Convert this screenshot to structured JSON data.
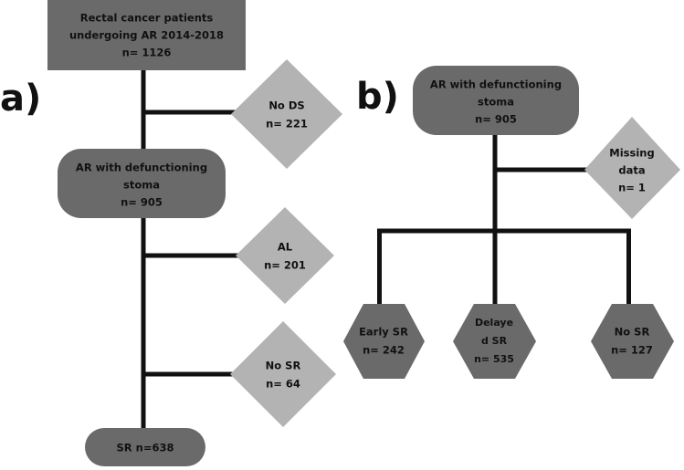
{
  "figure": {
    "background_color": "#ffffff",
    "dark_node_color": "#6a6a6a",
    "light_node_color": "#b3b3b3",
    "line_color": "#111111",
    "text_color": "#111111"
  },
  "panels": [
    {
      "id": "panel-a",
      "label": "a)",
      "nodes": {
        "top_box": {
          "shape": "rectangle",
          "color": "#6a6a6a",
          "lines": [
            "Rectal cancer patients",
            "undergoing AR 2014-2018",
            "n= 1126"
          ]
        },
        "no_ds": {
          "shape": "diamond",
          "color": "#b3b3b3",
          "lines": [
            "No DS",
            "n= 221"
          ]
        },
        "ar_stoma": {
          "shape": "rounded-rectangle",
          "color": "#6a6a6a",
          "lines": [
            "AR with defunctioning",
            "stoma",
            "n= 905"
          ]
        },
        "al": {
          "shape": "diamond",
          "color": "#b3b3b3",
          "lines": [
            "AL",
            "n= 201"
          ]
        },
        "no_sr": {
          "shape": "diamond",
          "color": "#b3b3b3",
          "lines": [
            "No SR",
            "n= 64"
          ]
        },
        "sr": {
          "shape": "rounded-rectangle",
          "color": "#6a6a6a",
          "lines": [
            "SR n=638"
          ]
        }
      }
    },
    {
      "id": "panel-b",
      "label": "b)",
      "nodes": {
        "top_box": {
          "shape": "rounded-rectangle",
          "color": "#6a6a6a",
          "lines": [
            "AR with defunctioning",
            "stoma",
            "n= 905"
          ]
        },
        "missing_data": {
          "shape": "diamond",
          "color": "#b3b3b3",
          "lines": [
            "Missing",
            "data",
            "n= 1"
          ]
        },
        "early_sr": {
          "shape": "hexagon",
          "color": "#6a6a6a",
          "lines": [
            "Early SR",
            "n= 242"
          ]
        },
        "delayed_sr": {
          "shape": "hexagon",
          "color": "#6a6a6a",
          "lines": [
            "Delaye",
            "d SR",
            "n= 535"
          ]
        },
        "no_sr": {
          "shape": "hexagon",
          "color": "#6a6a6a",
          "lines": [
            "No SR",
            "n= 127"
          ]
        }
      }
    }
  ],
  "chart_data": {
    "type": "diagram",
    "title": "Patient flow diagram: rectal cancer patients undergoing AR 2014-2018",
    "panels": [
      {
        "panel": "a)",
        "nodes": [
          {
            "name": "Rectal cancer patients undergoing AR 2014-2018",
            "n": 1126,
            "shape": "rectangle"
          },
          {
            "name": "No DS",
            "n": 221,
            "shape": "diamond"
          },
          {
            "name": "AR with defunctioning stoma",
            "n": 905,
            "shape": "rounded-rectangle"
          },
          {
            "name": "AL",
            "n": 201,
            "shape": "diamond"
          },
          {
            "name": "No SR",
            "n": 64,
            "shape": "diamond"
          },
          {
            "name": "SR",
            "n": 638,
            "shape": "rounded-rectangle"
          }
        ],
        "edges": [
          {
            "from": "Rectal cancer patients undergoing AR 2014-2018",
            "to": "No DS"
          },
          {
            "from": "Rectal cancer patients undergoing AR 2014-2018",
            "to": "AR with defunctioning stoma"
          },
          {
            "from": "AR with defunctioning stoma",
            "to": "AL"
          },
          {
            "from": "AR with defunctioning stoma",
            "to": "No SR"
          },
          {
            "from": "AR with defunctioning stoma",
            "to": "SR"
          }
        ]
      },
      {
        "panel": "b)",
        "nodes": [
          {
            "name": "AR with defunctioning stoma",
            "n": 905,
            "shape": "rounded-rectangle"
          },
          {
            "name": "Missing data",
            "n": 1,
            "shape": "diamond"
          },
          {
            "name": "Early SR",
            "n": 242,
            "shape": "hexagon"
          },
          {
            "name": "Delayed SR",
            "n": 535,
            "shape": "hexagon"
          },
          {
            "name": "No SR",
            "n": 127,
            "shape": "hexagon"
          }
        ],
        "edges": [
          {
            "from": "AR with defunctioning stoma",
            "to": "Missing data"
          },
          {
            "from": "AR with defunctioning stoma",
            "to": "Early SR"
          },
          {
            "from": "AR with defunctioning stoma",
            "to": "Delayed SR"
          },
          {
            "from": "AR with defunctioning stoma",
            "to": "No SR"
          }
        ]
      }
    ]
  }
}
